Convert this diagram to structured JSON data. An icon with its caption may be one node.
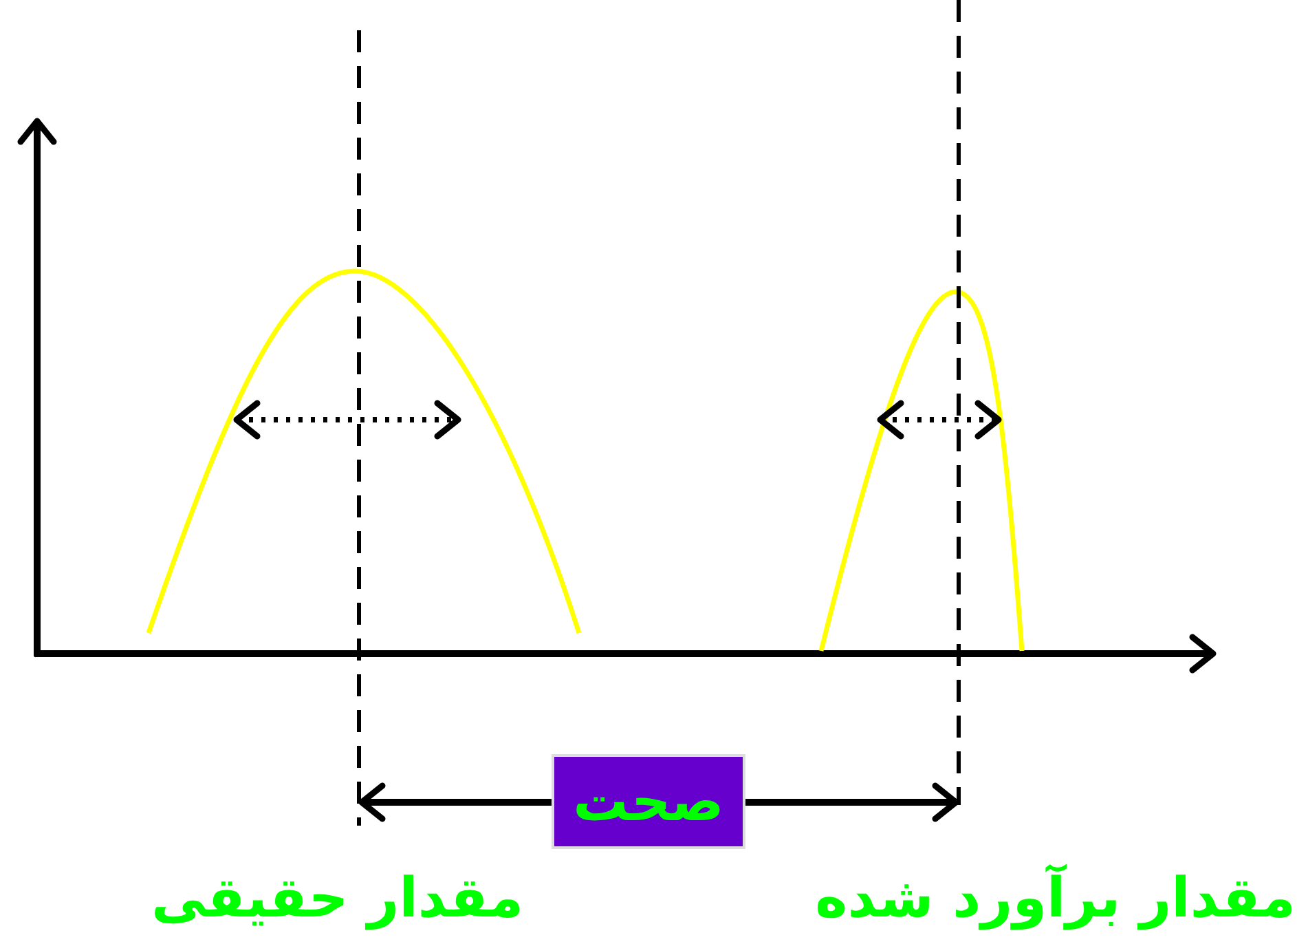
{
  "diagram": {
    "nodes": [
      {
        "text": [
          "صحت"
        ]
      }
    ],
    "labels": [
      "مقدار حقیقی",
      "مقدار برآورد شده"
    ]
  }
}
